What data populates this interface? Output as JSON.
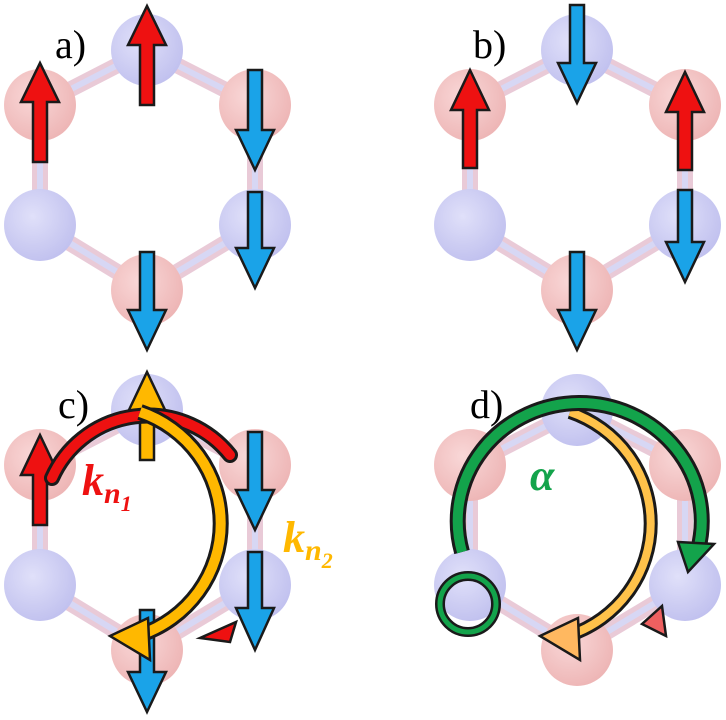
{
  "panels": {
    "a": {
      "label": "a)"
    },
    "b": {
      "label": "b)"
    },
    "c": {
      "label": "c)",
      "k1_base": "k",
      "k1_sub": "n",
      "k1_subsub": "1",
      "k2_base": "k",
      "k2_sub": "n",
      "k2_subsub": "2"
    },
    "d": {
      "label": "d)",
      "alpha": "α"
    }
  },
  "colors": {
    "atom_red": "#e06060",
    "atom_blue": "#8b8be0",
    "spin_up": "#ee1111",
    "spin_down": "#1aa3e8",
    "k_n1": "#ee1111",
    "k_n2": "#ffb800",
    "alpha": "#13a34b",
    "outline": "#1a1a1a"
  }
}
